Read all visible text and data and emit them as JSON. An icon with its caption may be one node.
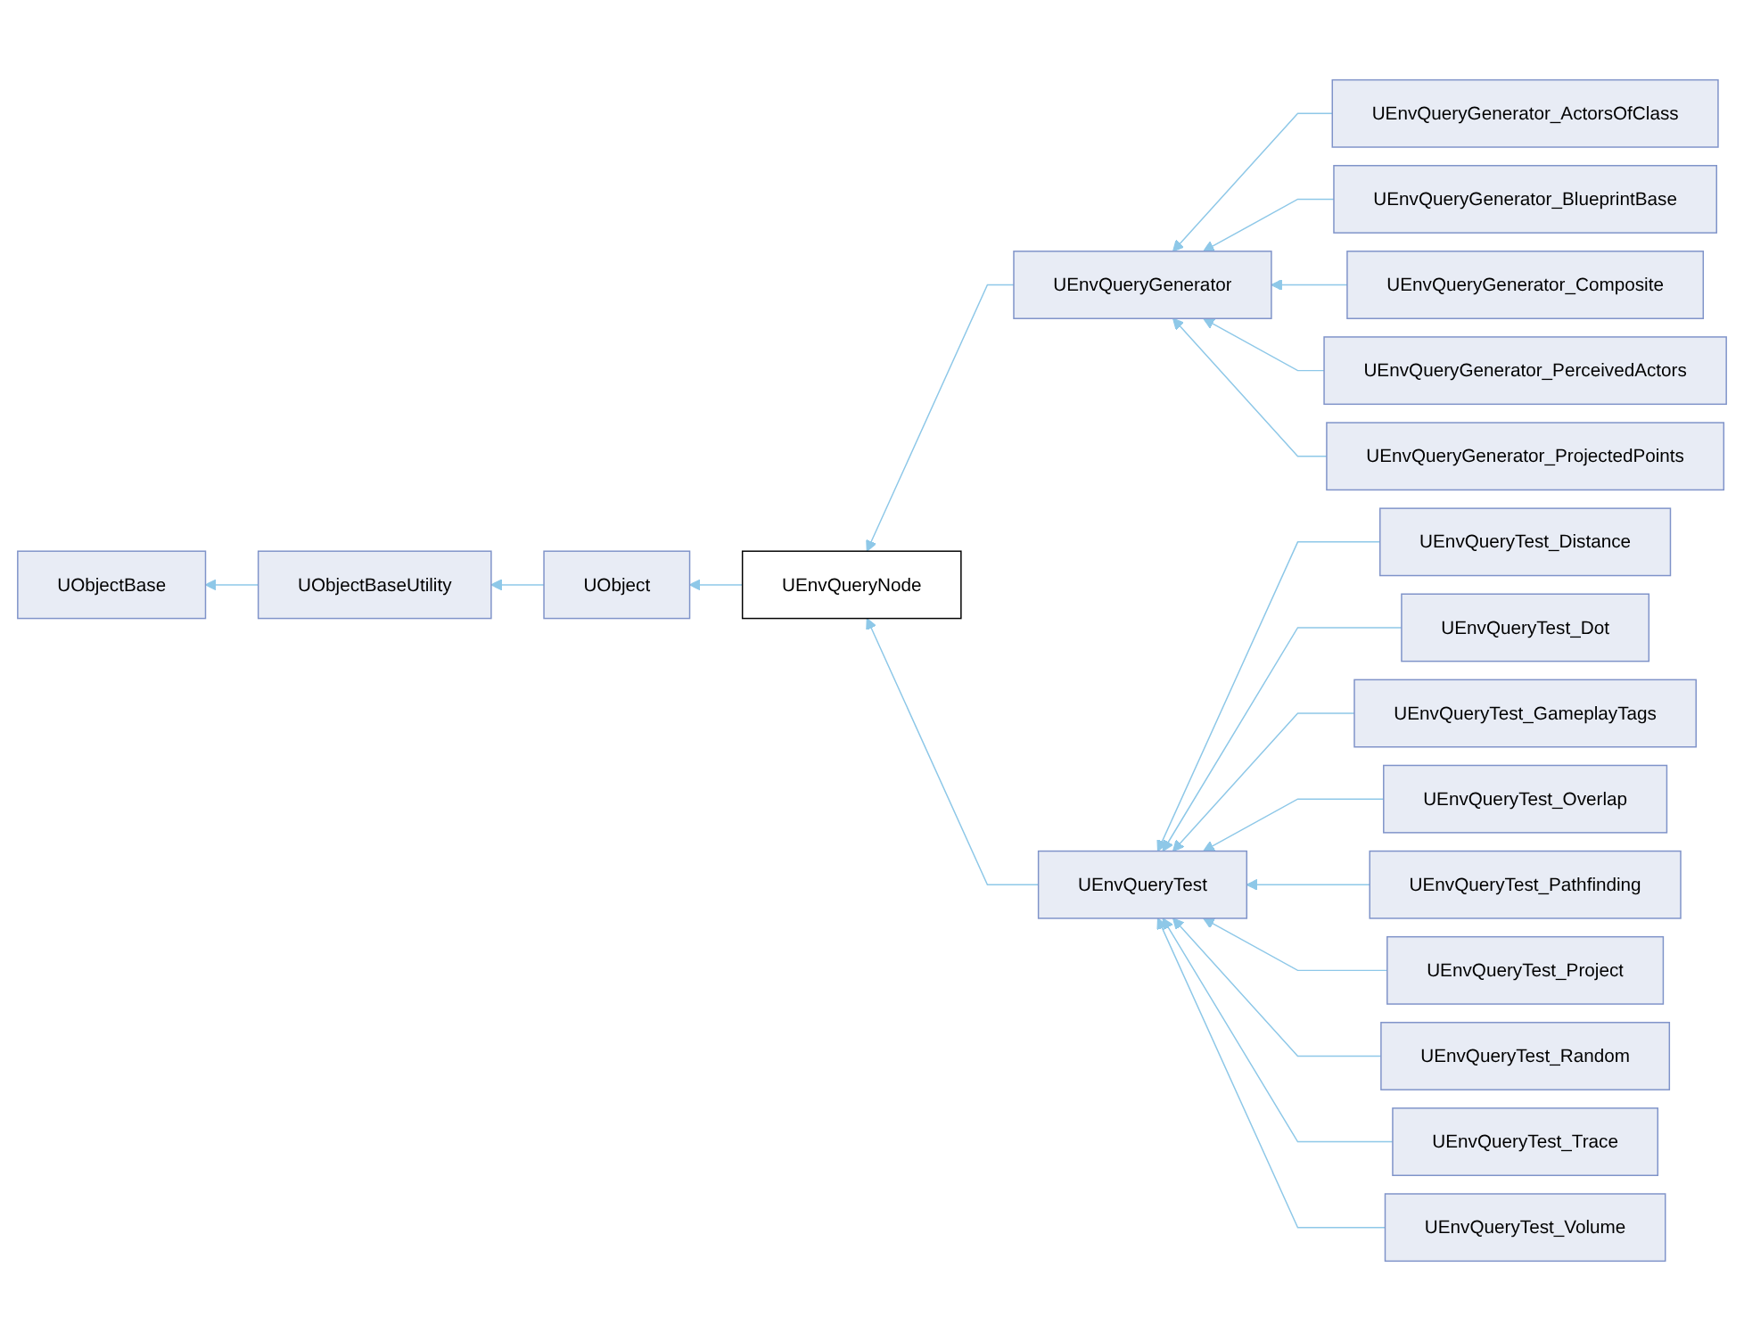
{
  "diagram": {
    "nodes": [
      {
        "text": [
          "UObjectBase"
        ]
      },
      {
        "text": [
          "UObjectBaseUtility"
        ]
      },
      {
        "text": [
          "UObject"
        ]
      },
      {
        "text": [
          "UEnvQueryNode"
        ]
      },
      {
        "text": [
          "UEnvQueryGenerator"
        ]
      },
      {
        "text": [
          "UEnvQueryGenerator_ActorsOfClass"
        ]
      },
      {
        "text": [
          "UEnvQueryGenerator_BlueprintBase"
        ]
      },
      {
        "text": [
          "UEnvQueryGenerator_Composite"
        ]
      },
      {
        "text": [
          "UEnvQueryGenerator_PerceivedActors"
        ]
      },
      {
        "text": [
          "UEnvQueryGenerator_ProjectedPoints"
        ]
      },
      {
        "text": [
          "UEnvQueryTest"
        ]
      },
      {
        "text": [
          "UEnvQueryTest_Distance"
        ]
      },
      {
        "text": [
          "UEnvQueryTest_Dot"
        ]
      },
      {
        "text": [
          "UEnvQueryTest_GameplayTags"
        ]
      },
      {
        "text": [
          "UEnvQueryTest_Overlap"
        ]
      },
      {
        "text": [
          "UEnvQueryTest_Pathfinding"
        ]
      },
      {
        "text": [
          "UEnvQueryTest_Project"
        ]
      },
      {
        "text": [
          "UEnvQueryTest_Random"
        ]
      },
      {
        "text": [
          "UEnvQueryTest_Trace"
        ]
      },
      {
        "text": [
          "UEnvQueryTest_Volume"
        ]
      }
    ],
    "edges": [
      {
        "from": 1,
        "to": 0,
        "arrow": "to"
      },
      {
        "from": 2,
        "to": 1,
        "arrow": "to"
      },
      {
        "from": 3,
        "to": 2,
        "arrow": "to"
      },
      {
        "from": 4,
        "to": 3,
        "arrow": "to"
      },
      {
        "from": 10,
        "to": 3,
        "arrow": "to"
      },
      {
        "from": 5,
        "to": 4,
        "arrow": "to"
      },
      {
        "from": 6,
        "to": 4,
        "arrow": "to"
      },
      {
        "from": 7,
        "to": 4,
        "arrow": "to"
      },
      {
        "from": 8,
        "to": 4,
        "arrow": "to"
      },
      {
        "from": 9,
        "to": 4,
        "arrow": "to"
      },
      {
        "from": 11,
        "to": 10,
        "arrow": "to"
      },
      {
        "from": 12,
        "to": 10,
        "arrow": "to"
      },
      {
        "from": 13,
        "to": 10,
        "arrow": "to"
      },
      {
        "from": 14,
        "to": 10,
        "arrow": "to"
      },
      {
        "from": 15,
        "to": 10,
        "arrow": "to"
      },
      {
        "from": 16,
        "to": 10,
        "arrow": "to"
      },
      {
        "from": 17,
        "to": 10,
        "arrow": "to"
      },
      {
        "from": 18,
        "to": 10,
        "arrow": "to"
      },
      {
        "from": 19,
        "to": 10,
        "arrow": "to"
      }
    ]
  }
}
